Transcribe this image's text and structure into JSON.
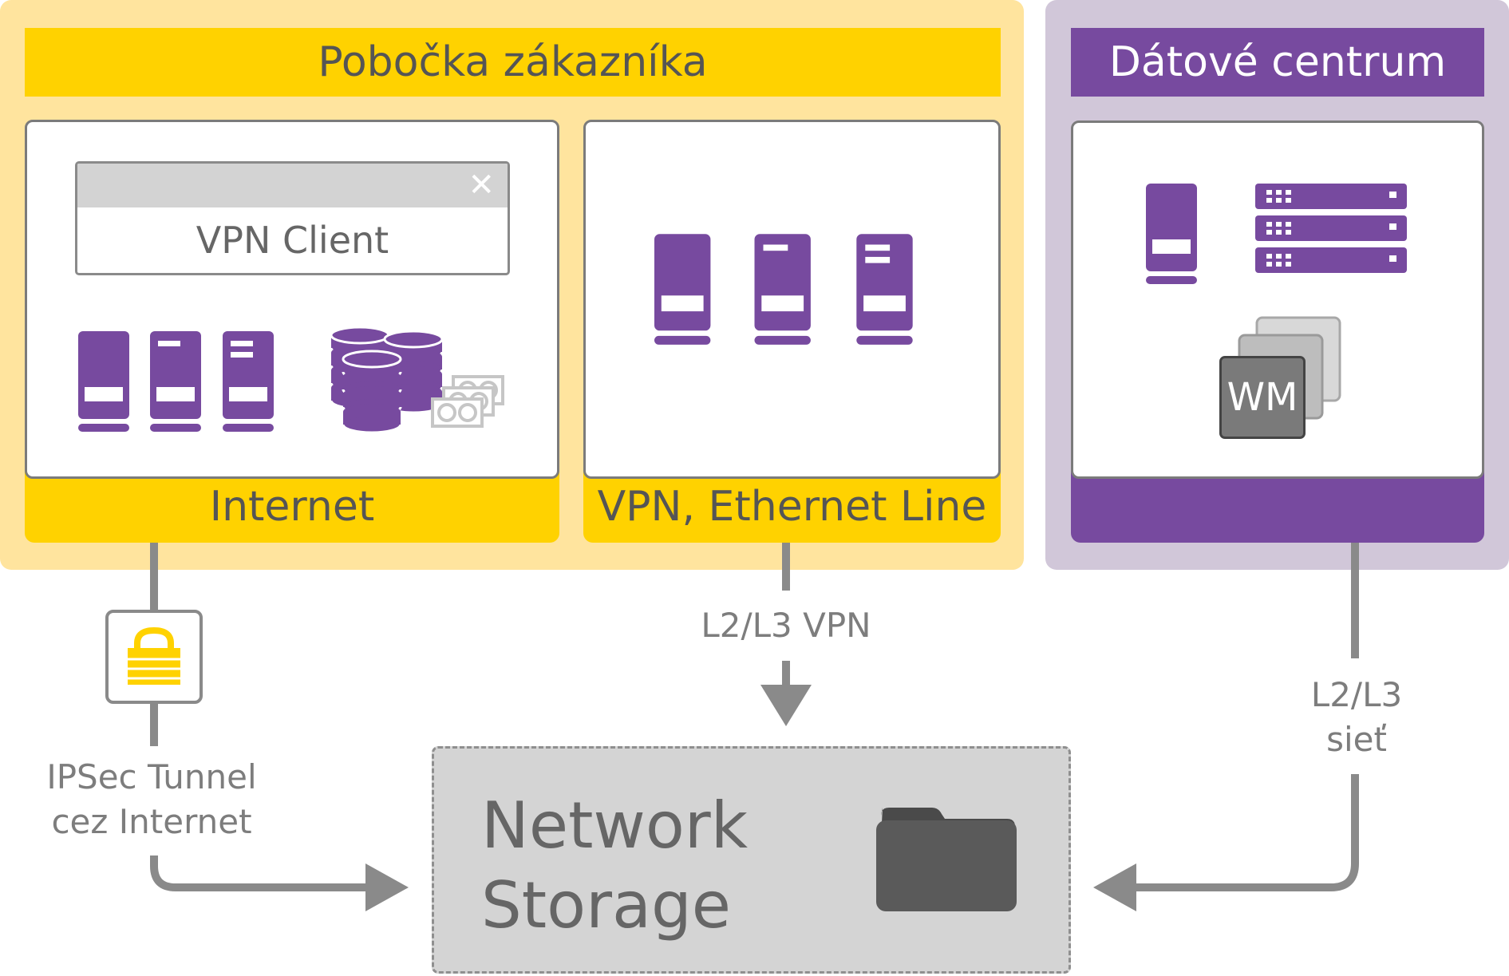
{
  "branch": {
    "title": "Pobočka zákazníka",
    "vpn_client_label": "VPN Client",
    "internet_label": "Internet",
    "vpn_ethernet_label": "VPN, Ethernet Line"
  },
  "datacenter": {
    "title": "Dátové centrum",
    "vm_label": "WM"
  },
  "connections": {
    "ipsec_line1": "IPSec Tunnel",
    "ipsec_line2": "cez Internet",
    "vpn_l2l3": "L2/L3 VPN",
    "net_line1": "L2/L3",
    "net_line2": "sieť"
  },
  "storage": {
    "line1": "Network",
    "line2": "Storage"
  },
  "icons": [
    "server-icon",
    "database-icon",
    "tape-icon",
    "rack-server-icon",
    "virtual-machine-icon",
    "lock-icon",
    "folder-icon",
    "close-icon"
  ],
  "colors": {
    "yellow": "#ffd200",
    "light_yellow": "#ffe49e",
    "purple": "#774a9f",
    "light_purple": "#d1c7d9",
    "gray": "#8a8a8a",
    "storage_gray": "#d4d4d4",
    "dark_gray": "#5a5a5a"
  }
}
